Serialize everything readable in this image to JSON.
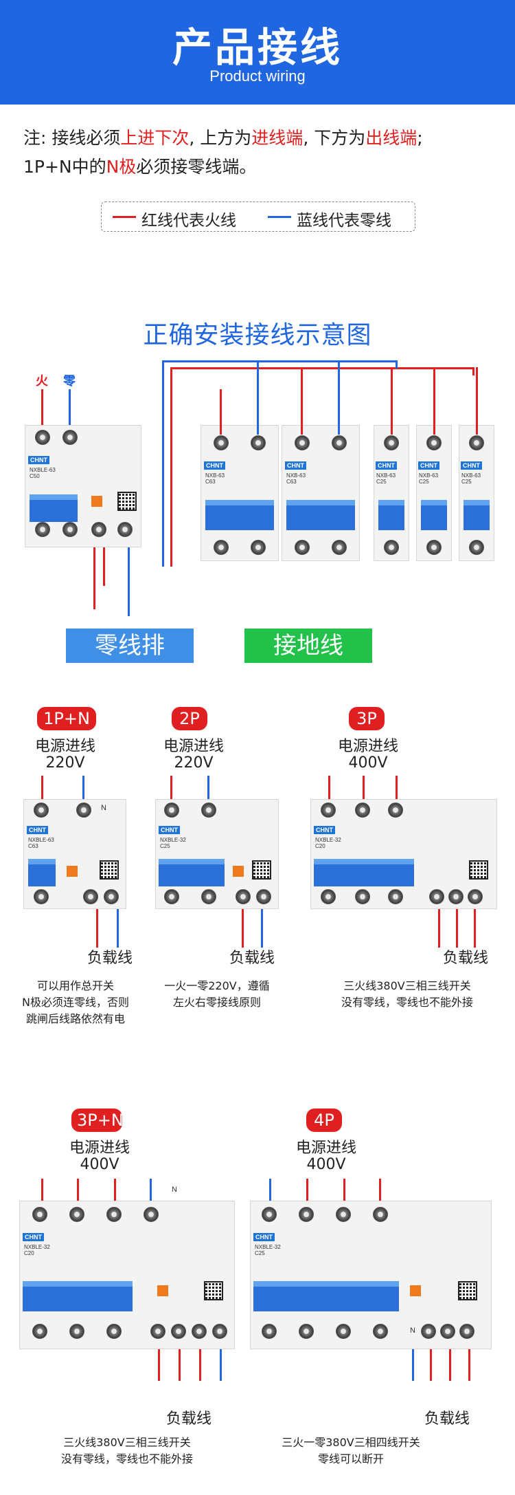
{
  "header": {
    "title": "产品接线",
    "subtitle": "Product wiring"
  },
  "note": {
    "p1": "注: 接线必须",
    "p2": "上进下次",
    "p3": ", 上方为",
    "p4": "进线端",
    "p5": ", 下方为",
    "p6": "出线端",
    "p7": ";",
    "p8": "1P+N中的",
    "p9": "N极",
    "p10": "必须接零线端。"
  },
  "legend": {
    "red_text": "红线代表火线",
    "blue_text": "蓝线代表零线",
    "red_color": "#e02020",
    "blue_color": "#1f66e0"
  },
  "diagram": {
    "title": "正确安装接线示意图",
    "fire_label": "火",
    "zero_label": "零",
    "neutral_bar": "零线排",
    "ground_bar": "接地线"
  },
  "breaker_text": {
    "brand": "CHNT",
    "nxble63_c50": "NXBLE-63\nC50",
    "nxb63_c63": "NXB-63\nC63",
    "nxb63_c25": "NXB-63\nC25",
    "nxble63_c63": "NXBLE-63\nC63",
    "nxble32_c25": "NXBLE-32\nC25",
    "nxble32_c20": "NXBLE-32\nC20",
    "n": "N"
  },
  "cases": [
    {
      "badge": "1P+N",
      "source": "电源进线",
      "voltage": "220V",
      "load": "负载线",
      "desc": "可以用作总开关\nN极必须连零线，否则\n跳闸后线路依然有电"
    },
    {
      "badge": "2P",
      "source": "电源进线",
      "voltage": "220V",
      "load": "负载线",
      "desc": "一火一零220V，遵循\n左火右零接线原则"
    },
    {
      "badge": "3P",
      "source": "电源进线",
      "voltage": "400V",
      "load": "负载线",
      "desc": "三火线380V三相三线开关\n没有零线，零线也不能外接"
    },
    {
      "badge": "3P+N",
      "source": "电源进线",
      "voltage": "400V",
      "load": "负载线",
      "desc": "三火线380V三相三线开关\n没有零线，零线也不能外接"
    },
    {
      "badge": "4P",
      "source": "电源进线",
      "voltage": "400V",
      "load": "负载线",
      "desc": "三火一零380V三相四线开关\n零线可以断开"
    }
  ]
}
